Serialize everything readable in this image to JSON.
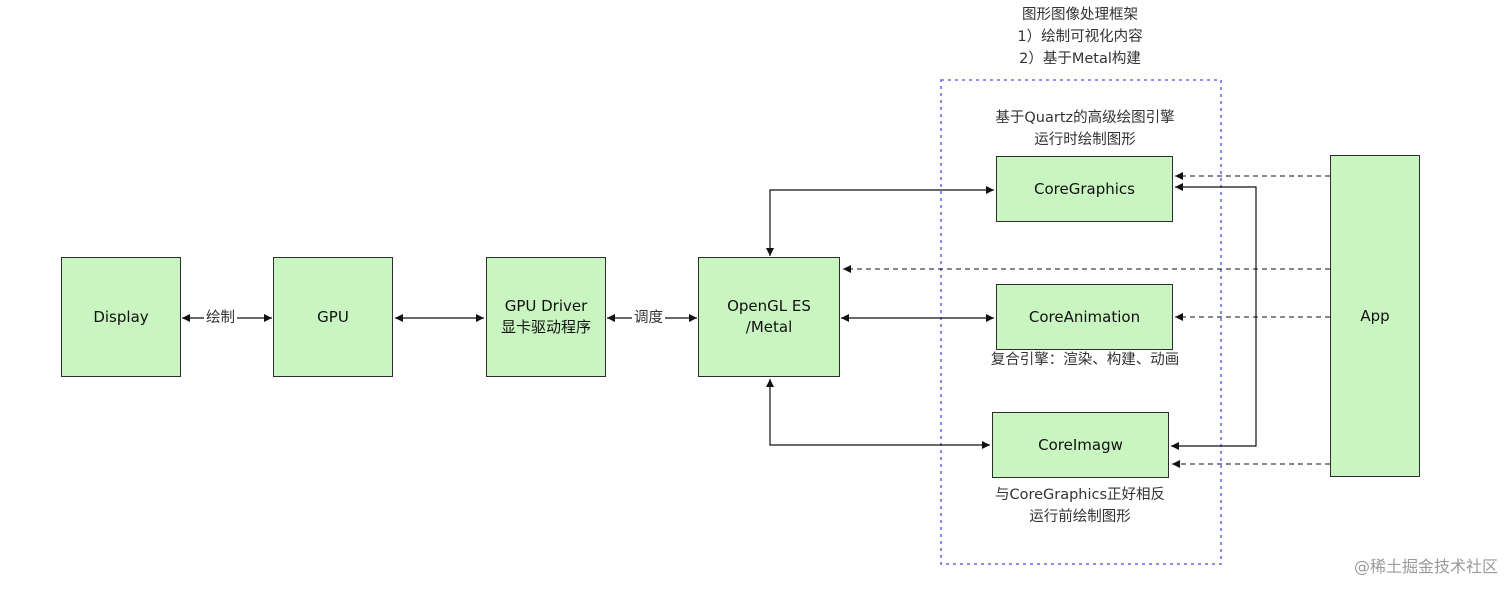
{
  "nodes": {
    "display": "Display",
    "gpu": "GPU",
    "gpu_driver": {
      "line1": "GPU Driver",
      "line2": "显卡驱动程序"
    },
    "opengl": {
      "line1": "OpenGL ES",
      "line2": "/Metal"
    },
    "core_graphics": "CoreGraphics",
    "core_animation": "CoreAnimation",
    "core_image": "CoreImagw",
    "app": "App"
  },
  "edge_labels": {
    "draw": "绘制",
    "schedule": "调度"
  },
  "framework_title": {
    "line1": "图形图像处理框架",
    "line2": "1）绘制可视化内容",
    "line3": "2）基于Metal构建"
  },
  "annotations": {
    "core_graphics": {
      "line1": "基于Quartz的高级绘图引擎",
      "line2": "运行时绘制图形"
    },
    "core_animation": "复合引擎：渲染、构建、动画",
    "core_image": {
      "line1": "与CoreGraphics正好相反",
      "line2": "运行前绘制图形"
    }
  },
  "watermark": "@稀土掘金技术社区",
  "colors": {
    "node_fill": "#c9f5c0",
    "node_border": "#2d2d2d",
    "framework_border": "#6b6bf0",
    "edge": "#111111"
  }
}
